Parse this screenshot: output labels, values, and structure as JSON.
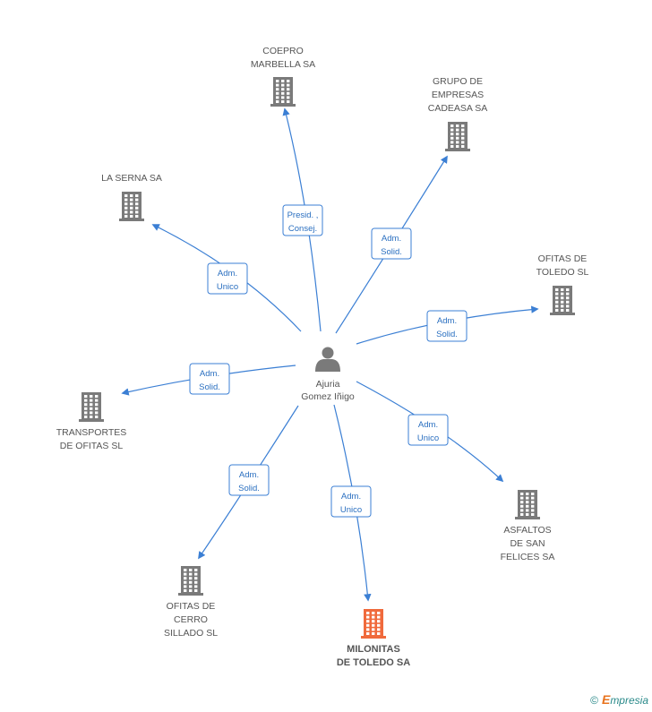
{
  "center": {
    "name_lines": [
      "Ajuria",
      "Gomez Iñigo"
    ],
    "icon": "person-icon"
  },
  "nodes": [
    {
      "id": "coepro",
      "lines": [
        "COEPRO",
        "MARBELLA SA"
      ],
      "icon": "building-icon",
      "highlight": false
    },
    {
      "id": "grupo",
      "lines": [
        "GRUPO DE",
        "EMPRESAS",
        "CADEASA SA"
      ],
      "icon": "building-icon",
      "highlight": false
    },
    {
      "id": "laserna",
      "lines": [
        "LA SERNA SA"
      ],
      "icon": "building-icon",
      "highlight": false
    },
    {
      "id": "ofitastoledo",
      "lines": [
        "OFITAS DE",
        "TOLEDO SL"
      ],
      "icon": "building-icon",
      "highlight": false
    },
    {
      "id": "transportes",
      "lines": [
        "TRANSPORTES",
        "DE OFITAS SL"
      ],
      "icon": "building-icon",
      "highlight": false
    },
    {
      "id": "asfaltos",
      "lines": [
        "ASFALTOS",
        "DE SAN",
        "FELICES SA"
      ],
      "icon": "building-icon",
      "highlight": false
    },
    {
      "id": "cerro",
      "lines": [
        "OFITAS DE",
        "CERRO",
        "SILLADO SL"
      ],
      "icon": "building-icon",
      "highlight": false
    },
    {
      "id": "milonitas",
      "lines": [
        "MILONITAS",
        "DE TOLEDO SA"
      ],
      "icon": "building-icon",
      "highlight": true
    }
  ],
  "edges": [
    {
      "to": "coepro",
      "label": [
        "Presid. ,",
        "Consej."
      ]
    },
    {
      "to": "grupo",
      "label": [
        "Adm.",
        "Solid."
      ]
    },
    {
      "to": "laserna",
      "label": [
        "Adm.",
        "Unico"
      ]
    },
    {
      "to": "ofitastoledo",
      "label": [
        "Adm.",
        "Solid."
      ]
    },
    {
      "to": "transportes",
      "label": [
        "Adm.",
        "Solid."
      ]
    },
    {
      "to": "asfaltos",
      "label": [
        "Adm.",
        "Unico"
      ]
    },
    {
      "to": "cerro",
      "label": [
        "Adm.",
        "Solid."
      ]
    },
    {
      "to": "milonitas",
      "label": [
        "Adm.",
        "Unico"
      ]
    }
  ],
  "colors": {
    "edge": "#3b7fd4",
    "icon": "#7a7a7a",
    "icon_highlight": "#f06a3c",
    "label_border": "#3b7fd4"
  },
  "brand": {
    "copyright": "©",
    "e": "E",
    "rest": "mpresia"
  }
}
